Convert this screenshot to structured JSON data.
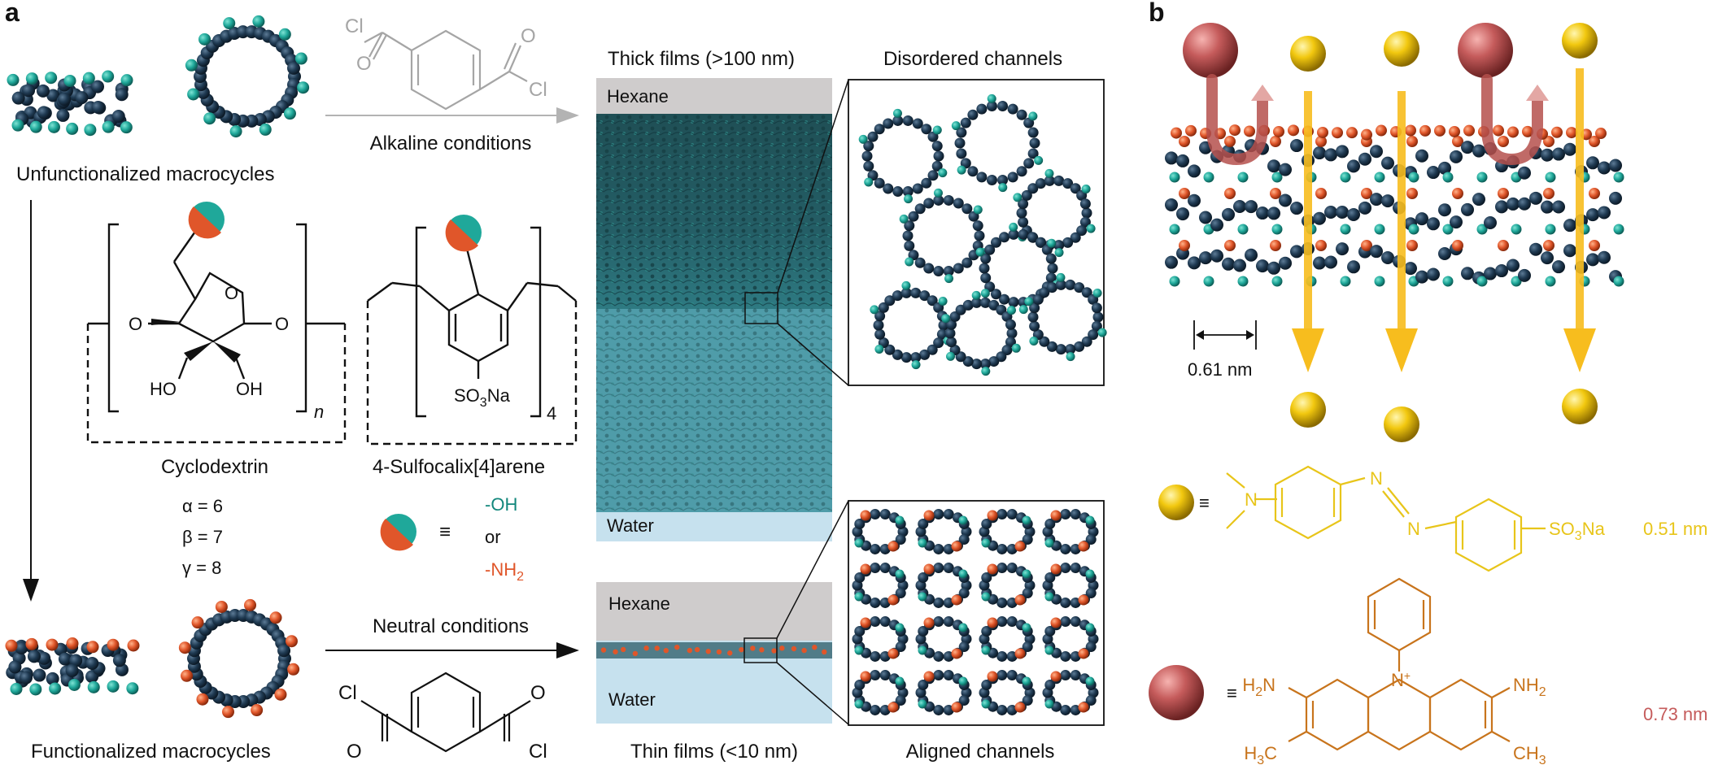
{
  "panel_labels": {
    "a": "a",
    "b": "b"
  },
  "macrocycles": {
    "unfunctionalized": "Unfunctionalized macrocycles",
    "functionalized": "Functionalized macrocycles"
  },
  "reaction_conditions": {
    "alkaline": "Alkaline conditions",
    "neutral": "Neutral conditions",
    "acyl_chloride": "Cl"
  },
  "cyclodextrin": {
    "name": "Cyclodextrin",
    "ring_O": "O",
    "bridge_O": "O",
    "OH_left": "HO",
    "OH_right": "OH",
    "subscript_n": "n",
    "sizes": [
      "α = 6",
      "β = 7",
      "γ = 8"
    ]
  },
  "calixarene": {
    "name": "4-Sulfocalix[4]arene",
    "sulfonate_main": "SO",
    "sulfonate_sub": "3",
    "sulfonate_tail": "Na",
    "subscript_4": "4"
  },
  "functional_group_legend": {
    "equiv": "≡",
    "oh": "-OH",
    "or": "or",
    "nh2_main": "-NH",
    "nh2_sub": "2"
  },
  "films": {
    "thick_title": "Thick films (>100 nm)",
    "thin_title": "Thin films (<10 nm)",
    "hexane": "Hexane",
    "water": "Water"
  },
  "channels": {
    "disordered": "Disordered channels",
    "aligned": "Aligned  channels"
  },
  "panel_b": {
    "spacing": "0.61 nm",
    "equiv": "≡",
    "methyl_orange_size": "0.51 nm",
    "safranin_size": "0.73 nm",
    "methyl_orange": {
      "N": "N",
      "so3na_main": "SO",
      "so3na_sub": "3",
      "so3na_tail": "Na"
    },
    "safranin": {
      "h2n_main": "H",
      "h2n_sub": "2",
      "h2n_tail": "N",
      "nh2_main": "NH",
      "nh2_sub": "2",
      "h3c_main": "H",
      "h3c_sub": "3",
      "h3c_tail": "C",
      "ch3_main": "CH",
      "ch3_sub": "3",
      "n_plus": "N",
      "plus": "+"
    }
  },
  "colors": {
    "teal": "#1fa89a",
    "navy": "#1f3a52",
    "orange": "#e0562a",
    "hexane_gray": "#cfcccc",
    "water_blue": "#c6e1ee",
    "methyl_orange_yellow": "#e8c51a",
    "safranin_orange": "#c8741c",
    "safranin_red": "#c55b5b",
    "flux_yellow": "#f7bd1e",
    "rejection_red": "#b85450"
  }
}
